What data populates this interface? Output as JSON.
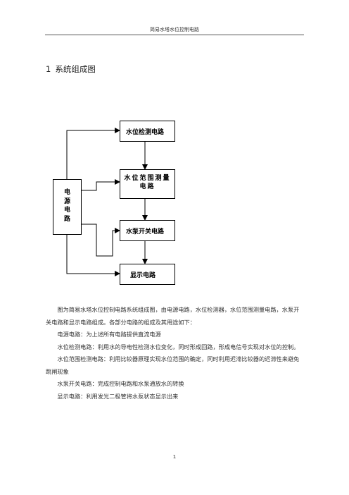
{
  "header": {
    "title": "简易水塔水位控制电路"
  },
  "section": {
    "number": "1",
    "title": "系统组成图"
  },
  "diagram": {
    "power_label": "电源电路",
    "box1": "水位检测电路",
    "box2": "水位范围测量电路",
    "box3": "水泵开关电路",
    "box4": "显示电路"
  },
  "body": {
    "p1": "图为简易水塔水位控制电路系统组成图，由电源电路，水位检测器，水位范围测量电路，水泵开关电路和显示电路组成。各部分电路的组成及其用途如下：",
    "p2": "电源电路：为上述所有电路提供直流电源",
    "p3": "水位检测电路：利用水的导电性检测水位变化，同时形成回路，形成电信号实现对水位的控制。",
    "p4": "水位范围检测电路：利用比较器原理实现水位范围的确定，同时利用迟滞比较器的迟滞性来避免跳闸现象",
    "p5": "水泵开关电路：完成控制电路和水泵通放水的转换",
    "p6": "显示电路：利用发光二极管将水泵状态显示出来"
  },
  "footer": {
    "page": "1"
  }
}
